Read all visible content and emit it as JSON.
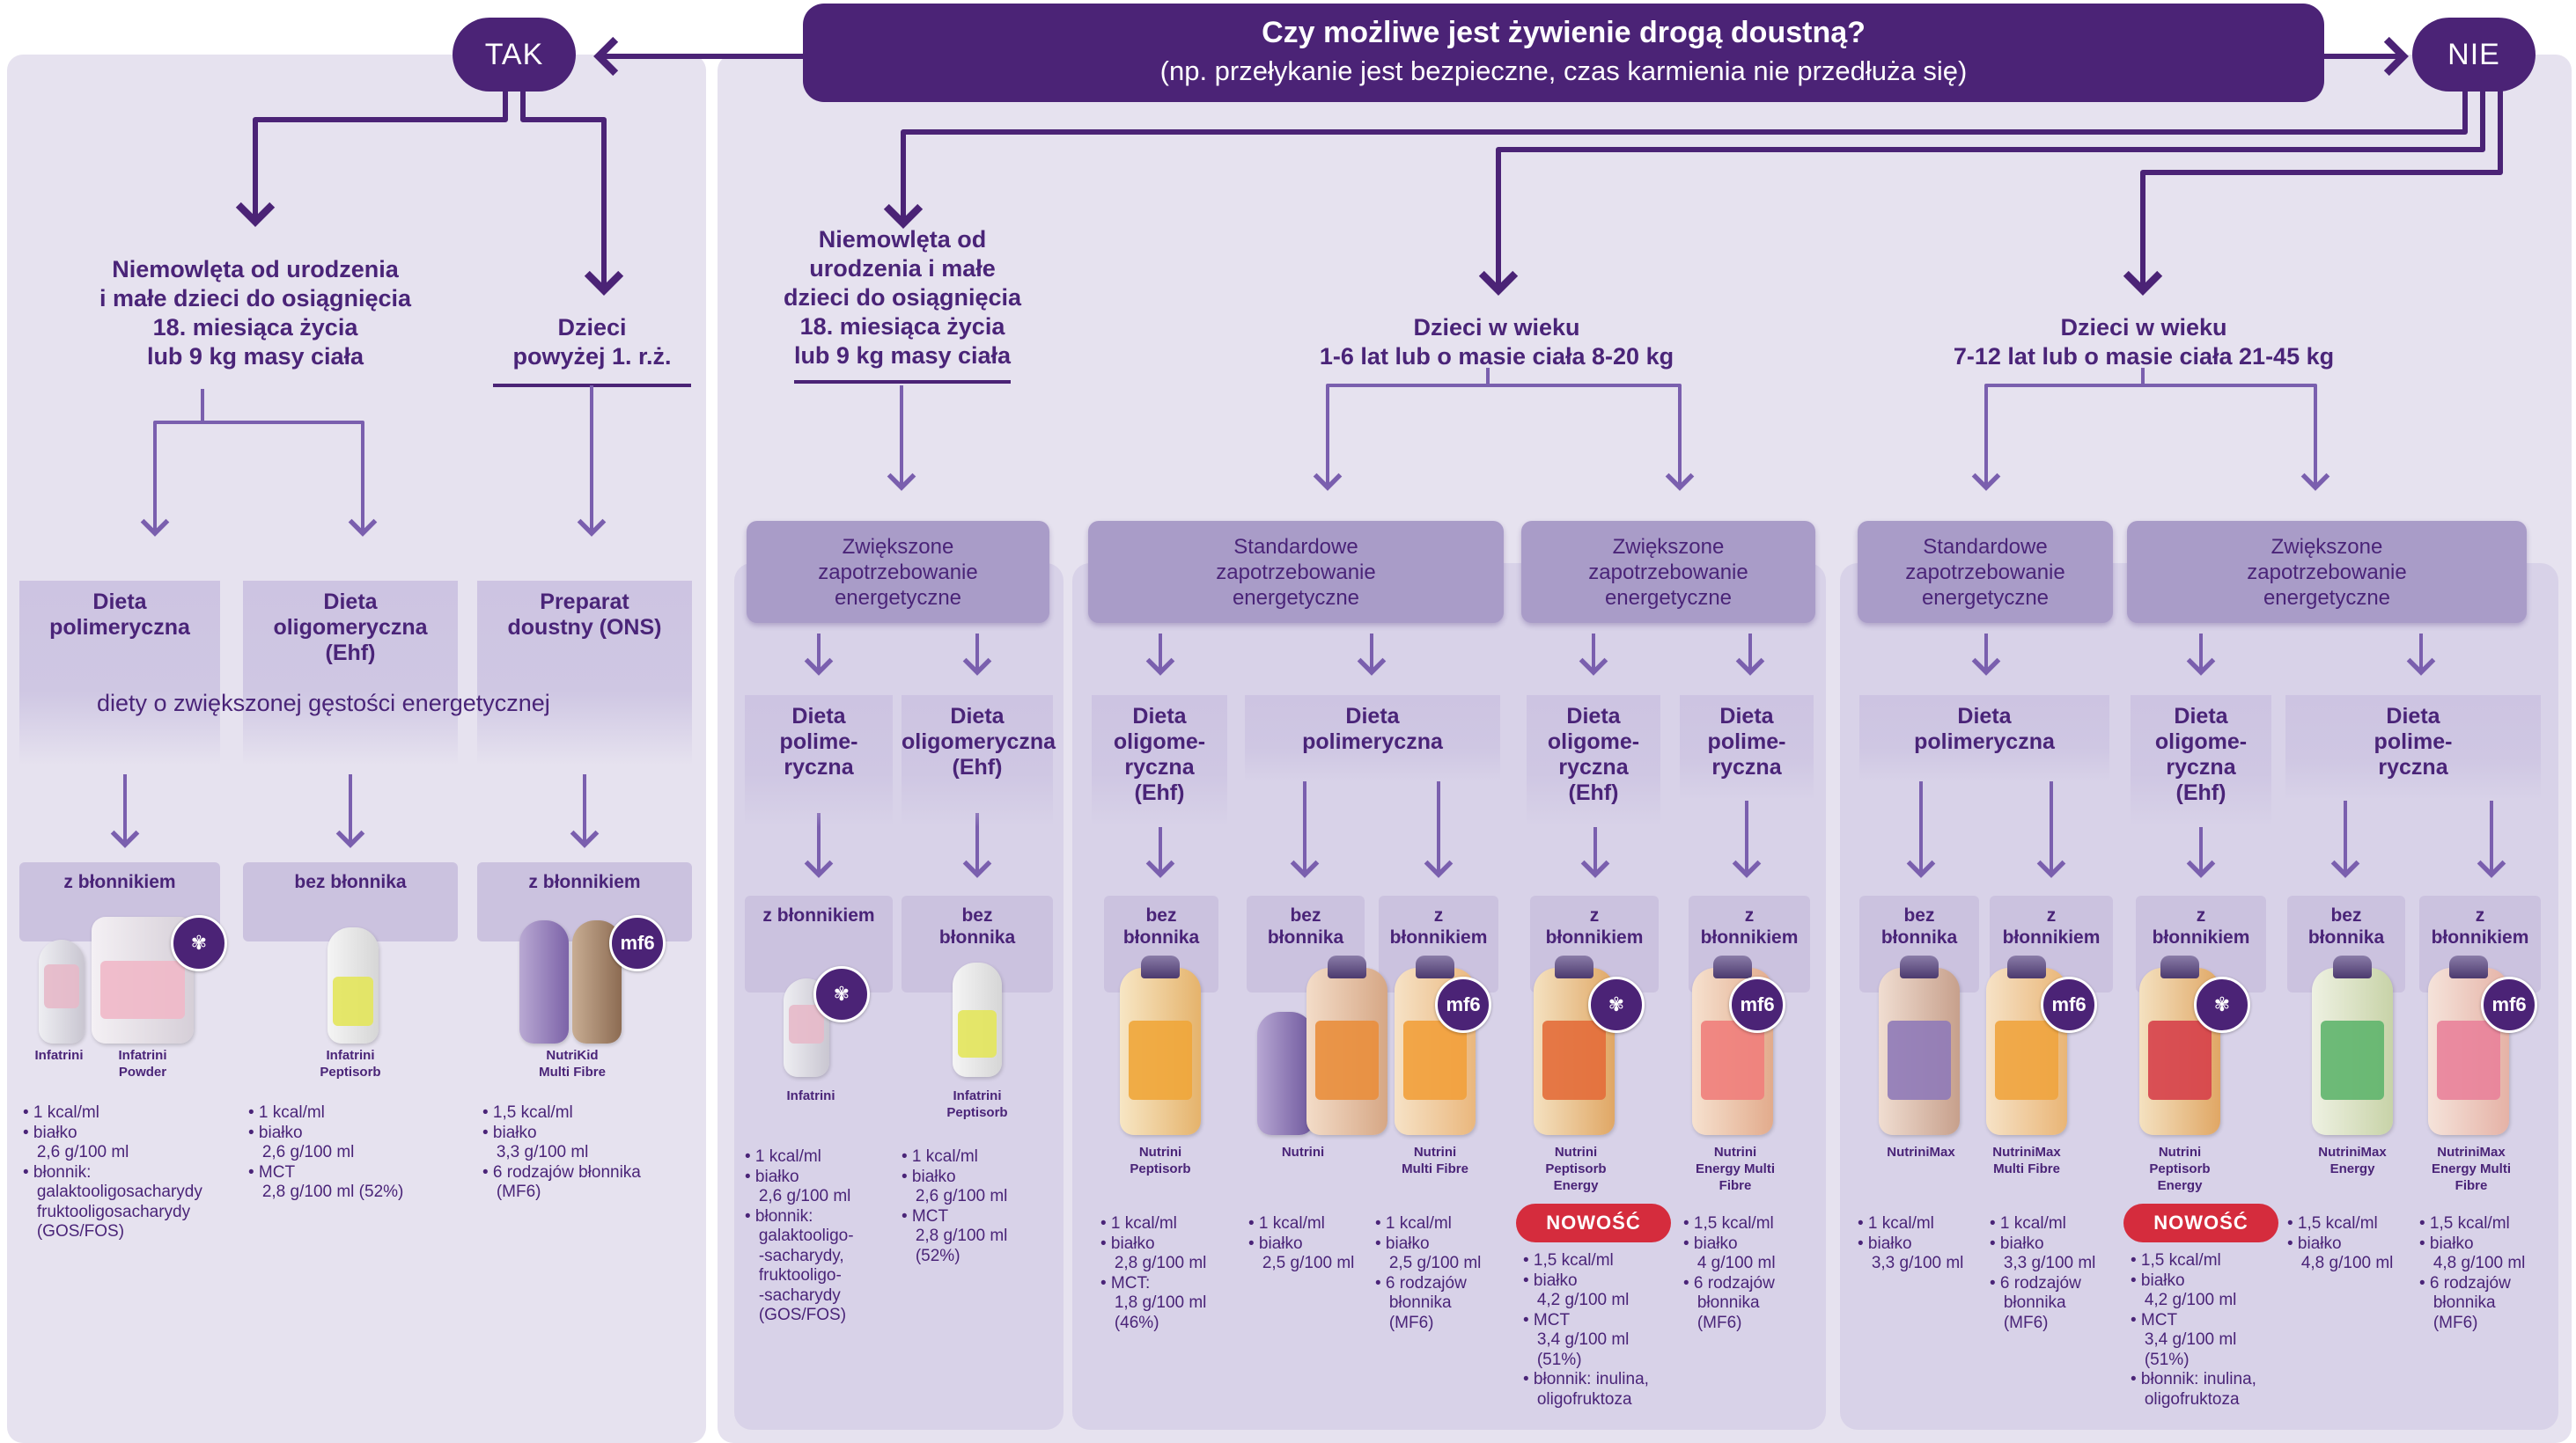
{
  "question": {
    "title": "Czy możliwe jest żywienie drogą doustną?",
    "subtitle": "(np. przełykanie jest bezpieczne, czas karmienia nie przedłuża się)",
    "yes": "TAK",
    "no": "NIE"
  },
  "groups": {
    "tak_infants": [
      "Niemowlęta od urodzenia",
      "i małe dzieci do osiągnięcia",
      "18. miesiąca życia",
      "lub 9 kg masy ciała"
    ],
    "tak_children": [
      "Dzieci",
      "powyżej 1. r.ż."
    ],
    "nie_infants": [
      "Niemowlęta od",
      "urodzenia i małe",
      "dzieci do osiągnięcia",
      "18. miesiąca życia",
      "lub 9 kg masy ciała"
    ],
    "nie_1_6": [
      "Dzieci w wieku",
      "1-6 lat lub o masie ciała 8-20 kg"
    ],
    "nie_7_12": [
      "Dzieci w wieku",
      "7-12 lat lub o masie ciała 21-45 kg"
    ]
  },
  "energy": {
    "zwiekszone": [
      "Zwiększone",
      "zapotrzebowanie",
      "energetyczne"
    ],
    "standardowe": [
      "Standardowe",
      "zapotrzebowanie",
      "energetyczne"
    ]
  },
  "left_diets": {
    "poly": [
      "Dieta",
      "polimeryczna"
    ],
    "oligo": [
      "Dieta",
      "oligomeryczna",
      "(Ehf)"
    ],
    "ons": [
      "Preparat",
      "doustny (ONS)"
    ],
    "note": "diety o zwiększonej gęstości energetycznej"
  },
  "right_diets": {
    "poly_hyph": [
      "Dieta",
      "polime-",
      "ryczna"
    ],
    "oligo_hyph": [
      "Dieta",
      "oligome-",
      "ryczna",
      "(Ehf)"
    ],
    "poly_full": [
      "Dieta",
      "polimeryczna"
    ]
  },
  "fiber": {
    "with_one": "z błonnikiem",
    "without_one": "bez błonnika",
    "with_two": [
      "z",
      "błonnikiem"
    ],
    "without_two": [
      "bez",
      "błonnika"
    ]
  },
  "new_label": "NOWOŚĆ",
  "badges": {
    "mf6": "mf6",
    "wheat": "wheat-icon"
  },
  "products": {
    "infatrini_a": "Infatrini",
    "infatrini_powder": [
      "Infatrini",
      "Powder"
    ],
    "peptisorb_a": [
      "Infatrini",
      "Peptisorb"
    ],
    "nutrikid": [
      "NutriKid",
      "Multi Fibre"
    ],
    "infatrini_b": "Infatrini",
    "peptisorb_b": [
      "Infatrini",
      "Peptisorb"
    ],
    "nutrini_peptisorb": [
      "Nutrini",
      "Peptisorb"
    ],
    "nutrini": "Nutrini",
    "nutrini_mf": [
      "Nutrini",
      "Multi Fibre"
    ],
    "nutrini_pep_energy": [
      "Nutrini",
      "Peptisorb",
      "Energy"
    ],
    "nutrini_energy_mf": [
      "Nutrini",
      "Energy Multi",
      "Fibre"
    ],
    "nutrinimax": "NutriniMax",
    "nutrinimax_mf": [
      "NutriniMax",
      "Multi Fibre"
    ],
    "nutrini_pep_energy2": [
      "Nutrini",
      "Peptisorb",
      "Energy"
    ],
    "nutrinimax_energy": [
      "NutriniMax",
      "Energy"
    ],
    "nutrinimax_energy_mf": [
      "NutriniMax",
      "Energy Multi",
      "Fibre"
    ]
  },
  "nutrition": {
    "n1": "• 1 kcal/ml\n• białko\n   2,6 g/100 ml\n• błonnik:\n   galaktooligosacharydy\n   fruktooligosacharydy\n   (GOS/FOS)",
    "n2": "• 1 kcal/ml\n• białko\n   2,6 g/100 ml\n• MCT\n   2,8 g/100 ml (52%)",
    "n3": "• 1,5 kcal/ml\n• białko\n   3,3 g/100 ml\n• 6 rodzajów błonnika\n   (MF6)",
    "n4": "• 1 kcal/ml\n• białko\n   2,6 g/100 ml\n• błonnik:\n   galaktooligo-\n   -sacharydy,\n   fruktooligo-\n   -sacharydy\n   (GOS/FOS)",
    "n5": "• 1 kcal/ml\n• białko\n   2,6 g/100 ml\n• MCT\n   2,8 g/100 ml\n   (52%)",
    "n6": "• 1 kcal/ml\n• białko\n   2,8 g/100 ml\n• MCT:\n   1,8 g/100 ml\n   (46%)",
    "n7": "• 1 kcal/ml\n• białko\n   2,5 g/100 ml",
    "n8": "• 1 kcal/ml\n• białko\n   2,5 g/100 ml\n• 6 rodzajów\n   błonnika\n   (MF6)",
    "n9": "• 1,5 kcal/ml\n• białko\n   4,2 g/100 ml\n• MCT\n   3,4 g/100 ml\n   (51%)\n• błonnik: inulina,\n   oligofruktoza",
    "n10": "• 1,5 kcal/ml\n• białko\n   4 g/100 ml\n• 6 rodzajów\n   błonnika\n   (MF6)",
    "n11": "• 1 kcal/ml\n• białko\n   3,3 g/100 ml",
    "n12": "• 1 kcal/ml\n• białko\n   3,3 g/100 ml\n• 6 rodzajów\n   błonnika\n   (MF6)",
    "n13": "• 1,5 kcal/ml\n• białko\n   4,2 g/100 ml\n• MCT\n   3,4 g/100 ml\n   (51%)\n• błonnik: inulina,\n   oligofruktoza",
    "n14": "• 1,5 kcal/ml\n• białko\n   4,8 g/100 ml",
    "n15": "• 1,5 kcal/ml\n• białko\n   4,8 g/100 ml\n• 6 rodzajów\n   błonnika\n   (MF6)"
  },
  "colors": {
    "primary": "#4b2376",
    "panel": "#e6e2ef",
    "subpanel": "#d8d2e8",
    "energy_box": "#a99cc8",
    "connector": "#7a5fae",
    "new_badge": "#d52c3d"
  }
}
